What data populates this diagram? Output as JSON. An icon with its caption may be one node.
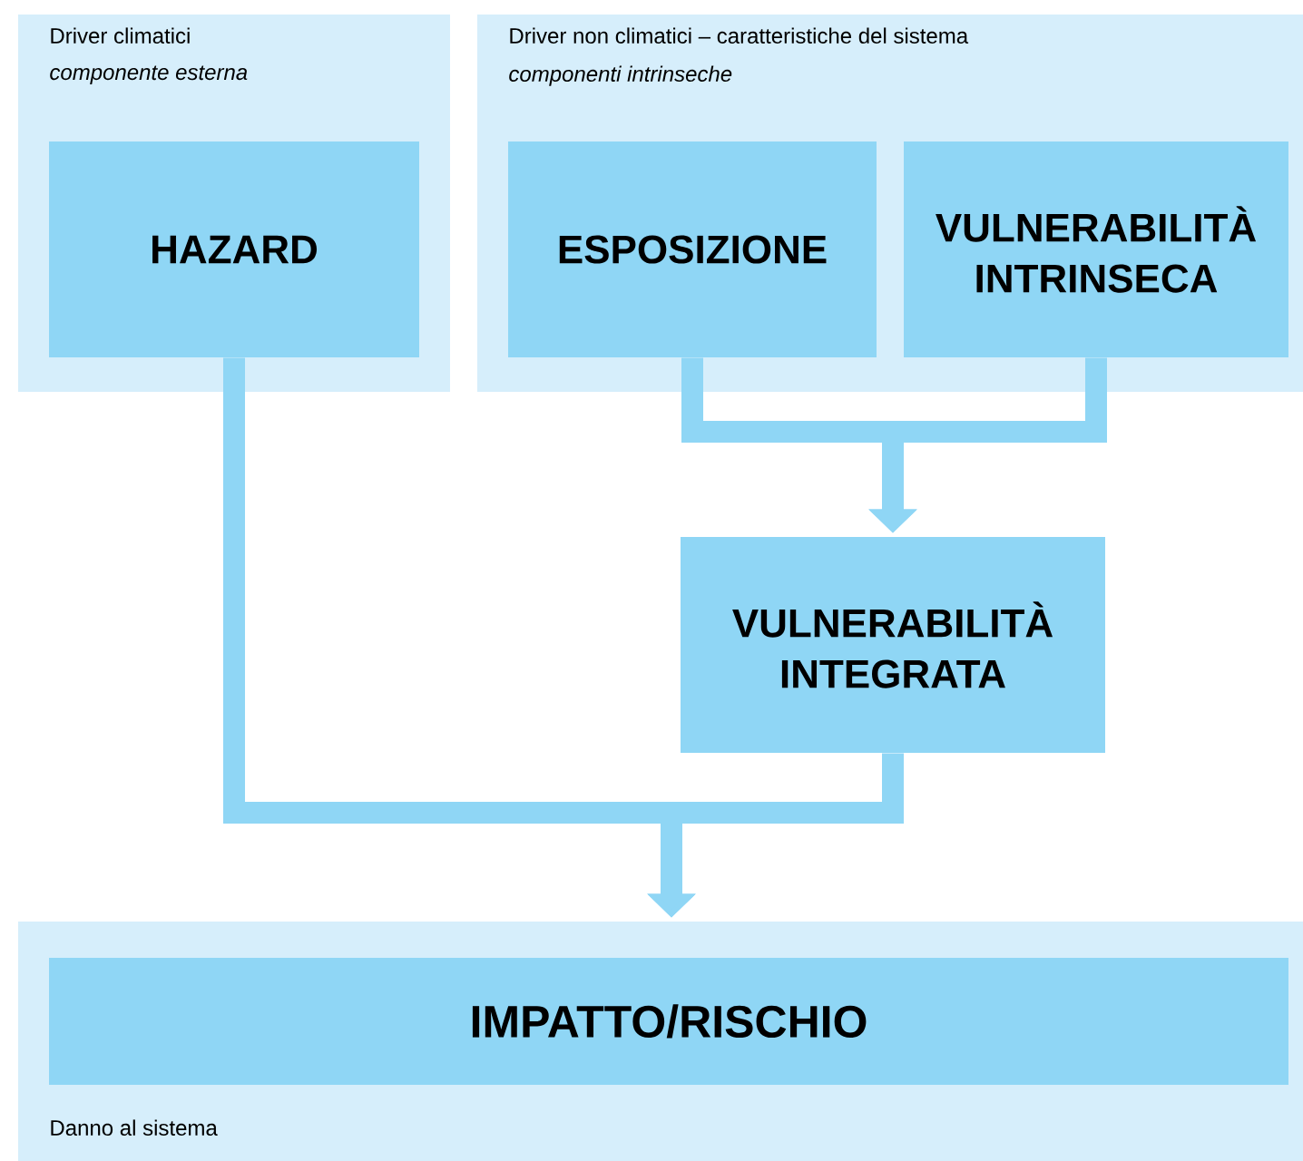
{
  "diagram": {
    "nodes": [
      {
        "text": [
          "Driver climatici",
          "componente esterna"
        ]
      },
      {
        "text": [
          "HAZARD"
        ],
        "in": 0
      },
      {
        "text": [
          "Driver non climatici – caratteristiche del sistema",
          "componenti intrinseche"
        ]
      },
      {
        "text": [
          "ESPOSIZIONE"
        ],
        "in": 2
      },
      {
        "text": [
          "VULNERABILITÀ INTRINSECA"
        ],
        "in": 2
      },
      {
        "text": [
          "VULNERABILITÀ INTEGRATA"
        ]
      },
      {
        "text": [
          "Danno al sistema"
        ]
      },
      {
        "text": [
          "IMPATTO/RISCHIO"
        ],
        "in": 6
      }
    ],
    "edges": [
      {
        "from": 3,
        "to": 5,
        "arrow": "to"
      },
      {
        "from": 4,
        "to": 5,
        "arrow": "to"
      },
      {
        "from": 1,
        "to": 6,
        "arrow": "to"
      },
      {
        "from": 5,
        "to": 6,
        "arrow": "to"
      }
    ]
  }
}
